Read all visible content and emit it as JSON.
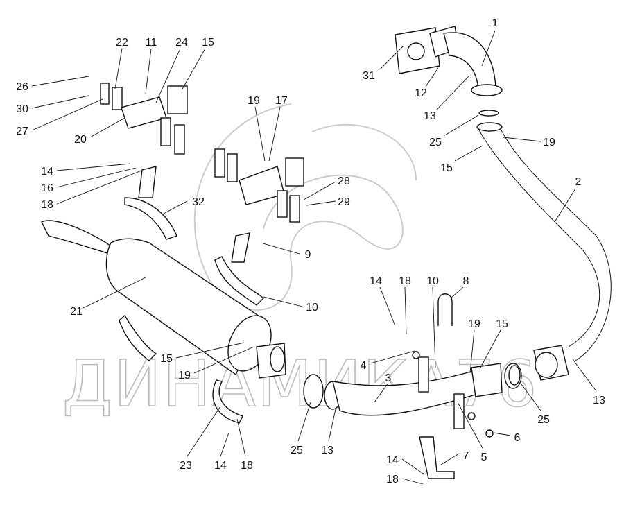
{
  "title": "Exhaust system exploded parts diagram",
  "watermark": "ДИНАМИКА76",
  "callouts": [
    "1",
    "31",
    "12",
    "13",
    "25",
    "19",
    "15",
    "2",
    "22",
    "11",
    "24",
    "15",
    "26",
    "30",
    "27",
    "20",
    "19",
    "17",
    "14",
    "16",
    "18",
    "32",
    "28",
    "29",
    "9",
    "21",
    "10",
    "14",
    "18",
    "10",
    "8",
    "19",
    "15",
    "4",
    "3",
    "15",
    "19",
    "25",
    "13",
    "5",
    "6",
    "25",
    "13",
    "23",
    "14",
    "18",
    "14",
    "7",
    "18"
  ]
}
